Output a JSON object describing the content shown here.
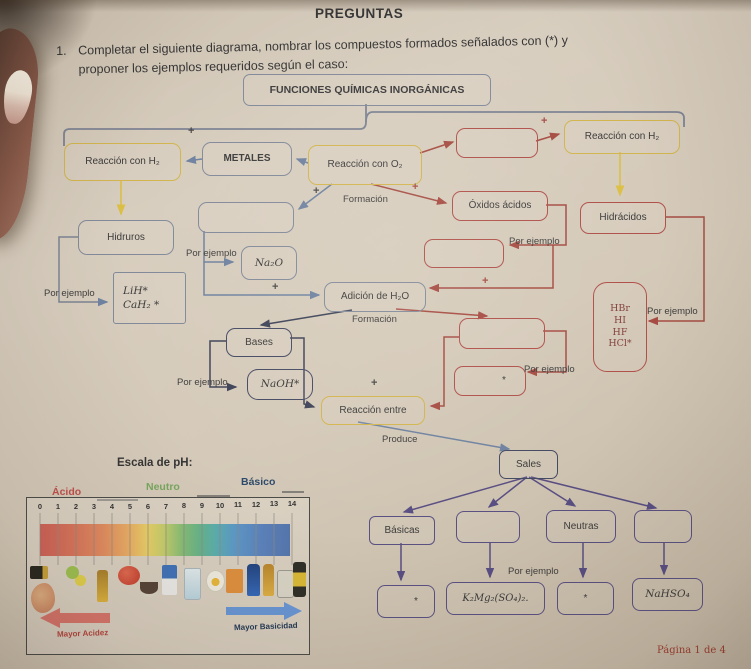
{
  "page": {
    "title": "PREGUNTAS",
    "question_number": "1.",
    "question_line1": "Completar el siguiente diagrama, nombrar los compuestos formados señalados con (*) y",
    "question_line2": "proponer los ejemplos requeridos según el caso:",
    "footer": "Página 1 de 4"
  },
  "symbols": {
    "plus": "+",
    "star": "*"
  },
  "labels": {
    "por_ejemplo": "Por ejemplo",
    "formacion": "Formación",
    "produce": "Produce"
  },
  "nodes": {
    "root": "FUNCIONES QUÍMICAS INORGÁNICAS",
    "reaccion_h2_left": "Reacción con H₂",
    "metales": "METALES",
    "reaccion_o2": "Reacción con O₂",
    "reaccion_h2_right": "Reacción con H₂",
    "oxidos_acidos": "Óxidos ácidos",
    "hidracidos": "Hidrácidos",
    "hidruros": "Hidruros",
    "na2o": "Na₂O",
    "hidruros_ej_1": "LiH*",
    "hidruros_ej_2": "CaH₂ *",
    "adicion_h2o": "Adición de H₂O",
    "bases": "Bases",
    "naoh": "NaOH*",
    "hidracidos_ej": [
      "HBr",
      "HI",
      "HF",
      "HCl*"
    ],
    "reaccion_entre": "Reacción entre",
    "sales": "Sales",
    "basicas": "Básicas",
    "neutras": "Neutras",
    "sal_ej_k": "K₂Mg₂(SO₄)₂.",
    "sal_ej_na": "NaHSO₄"
  },
  "ph": {
    "heading": "Escala de pH:",
    "acido": "Ácido",
    "neutro": "Neutro",
    "basico": "Básico",
    "numbers": [
      "0",
      "1",
      "2",
      "3",
      "4",
      "5",
      "6",
      "7",
      "8",
      "9",
      "10",
      "11",
      "12",
      "13",
      "14"
    ],
    "mayor_acidez": "Mayor Acidez",
    "mayor_basicidad": "Mayor Basicidad"
  },
  "colors": {
    "yellow_box": "#d2b54e",
    "gray_box": "#828a9a",
    "red_box": "#b0514a",
    "navy_box": "#454a63",
    "purple_box": "#5a5082",
    "acido": "#c0504d",
    "neutro": "#77a75f",
    "basico": "#2e4a6b",
    "footer_red": "#9b3d30"
  }
}
